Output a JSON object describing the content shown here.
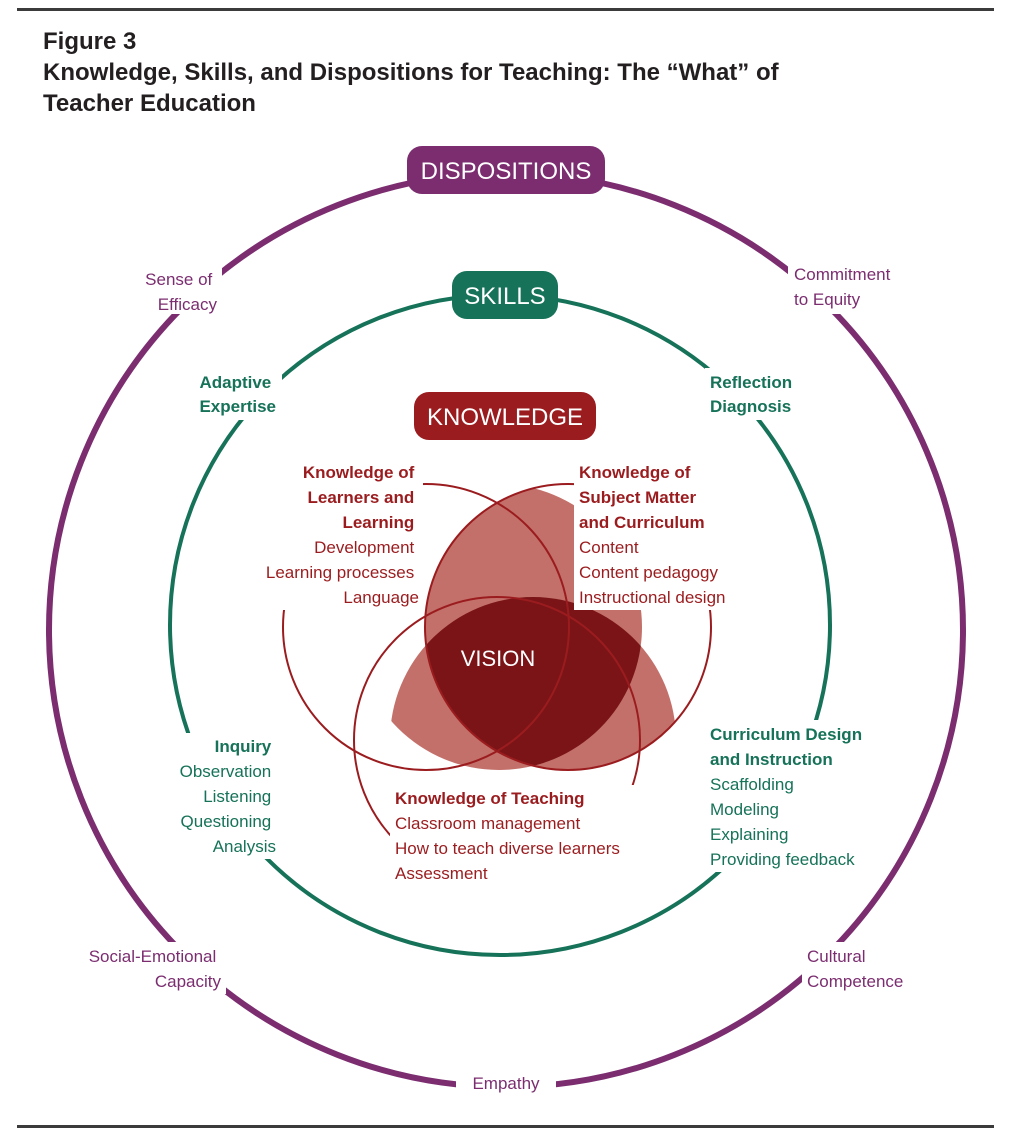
{
  "figure": {
    "label": "Figure 3",
    "title_line1": "Knowledge, Skills, and Dispositions for Teaching: The “What” of",
    "title_line2": "Teacher Education"
  },
  "colors": {
    "dispositions": "#7b2d70",
    "skills": "#167258",
    "knowledge": "#9b1c1f",
    "venn_fill": "#c4706a",
    "venn_center": "#7a1417",
    "rule": "#3b3b3b",
    "heading": "#231f20"
  },
  "dispositions": {
    "label": "DISPOSITIONS",
    "items": [
      {
        "lines": [
          "Sense of",
          "Efficacy"
        ]
      },
      {
        "lines": [
          "Commitment",
          "to Equity"
        ]
      },
      {
        "lines": [
          "Social-Emotional",
          "Capacity"
        ]
      },
      {
        "lines": [
          "Cultural",
          "Competence"
        ]
      },
      {
        "lines": [
          "Empathy"
        ]
      }
    ]
  },
  "skills": {
    "label": "SKILLS",
    "groups": [
      {
        "heading": [
          "Adaptive",
          "Expertise"
        ],
        "items": []
      },
      {
        "heading": [
          "Reflection",
          "Diagnosis"
        ],
        "items": []
      },
      {
        "heading": [
          "Inquiry"
        ],
        "items": [
          "Observation",
          "Listening",
          "Questioning",
          "Analysis"
        ]
      },
      {
        "heading": [
          "Curriculum Design",
          "and Instruction"
        ],
        "items": [
          "Scaffolding",
          "Modeling",
          "Explaining",
          "Providing feedback"
        ]
      }
    ]
  },
  "knowledge": {
    "label": "KNOWLEDGE",
    "center": "VISION",
    "groups": [
      {
        "heading": [
          "Knowledge of",
          "Learners and",
          "Learning"
        ],
        "items": [
          "Development",
          "Learning processes",
          "Language"
        ]
      },
      {
        "heading": [
          "Knowledge of",
          "Subject Matter",
          "and Curriculum"
        ],
        "items": [
          "Content",
          "Content pedagogy",
          "Instructional design"
        ]
      },
      {
        "heading": [
          "Knowledge of Teaching"
        ],
        "items": [
          "Classroom management",
          "How to teach diverse learners",
          "Assessment"
        ]
      }
    ]
  }
}
